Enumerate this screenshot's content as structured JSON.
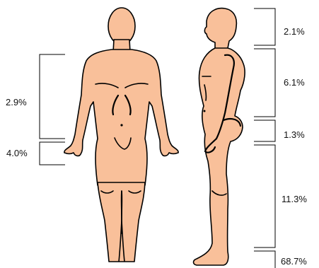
{
  "labels": {
    "front_upper": "2.9%",
    "front_lower": "4.0%",
    "side_head": "2.1%",
    "side_chest": "6.1%",
    "side_pelvis": "1.3%",
    "side_legs": "11.3%",
    "side_feet": "68.7%"
  },
  "colors": {
    "skin": "#f9c09a",
    "outline": "#000000",
    "bracket": "#000000"
  }
}
